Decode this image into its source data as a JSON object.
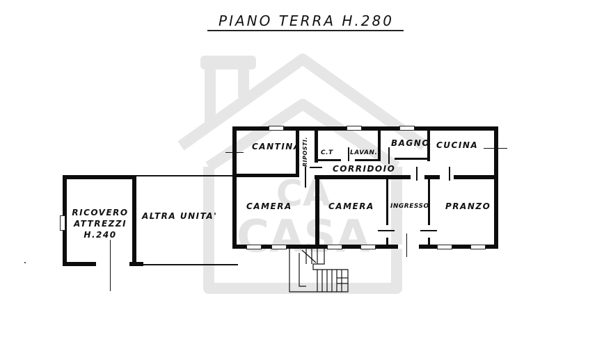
{
  "plan": {
    "title": "PIANO TERRA   H.280",
    "floor_name": "PIANO TERRA",
    "ceiling_height": "H.280"
  },
  "watermark": {
    "text_top": "CA",
    "text_bottom": "CASA",
    "icon": "house-logo-icon",
    "color": "#e3e3e3"
  },
  "rooms": {
    "cantina": "CANTINA",
    "ripostiglio": "RIPOSTI.",
    "ct": "C.T",
    "lavanderia": "LAVAN.",
    "bagno": "BAGNO",
    "cucina": "CUCINA",
    "corridoio": "CORRIDOIO",
    "camera_1": "CAMERA",
    "camera_2": "CAMERA",
    "ingresso": "INGRESSO",
    "pranzo": "PRANZO",
    "ricovero_line1": "RICOVERO",
    "ricovero_line2": "ATTREZZI",
    "ricovero_height": "H.240",
    "altra_unita": "ALTRA UNITA'"
  },
  "colors": {
    "wall": "#0d0d0d",
    "background": "#ffffff",
    "text": "#111111"
  }
}
